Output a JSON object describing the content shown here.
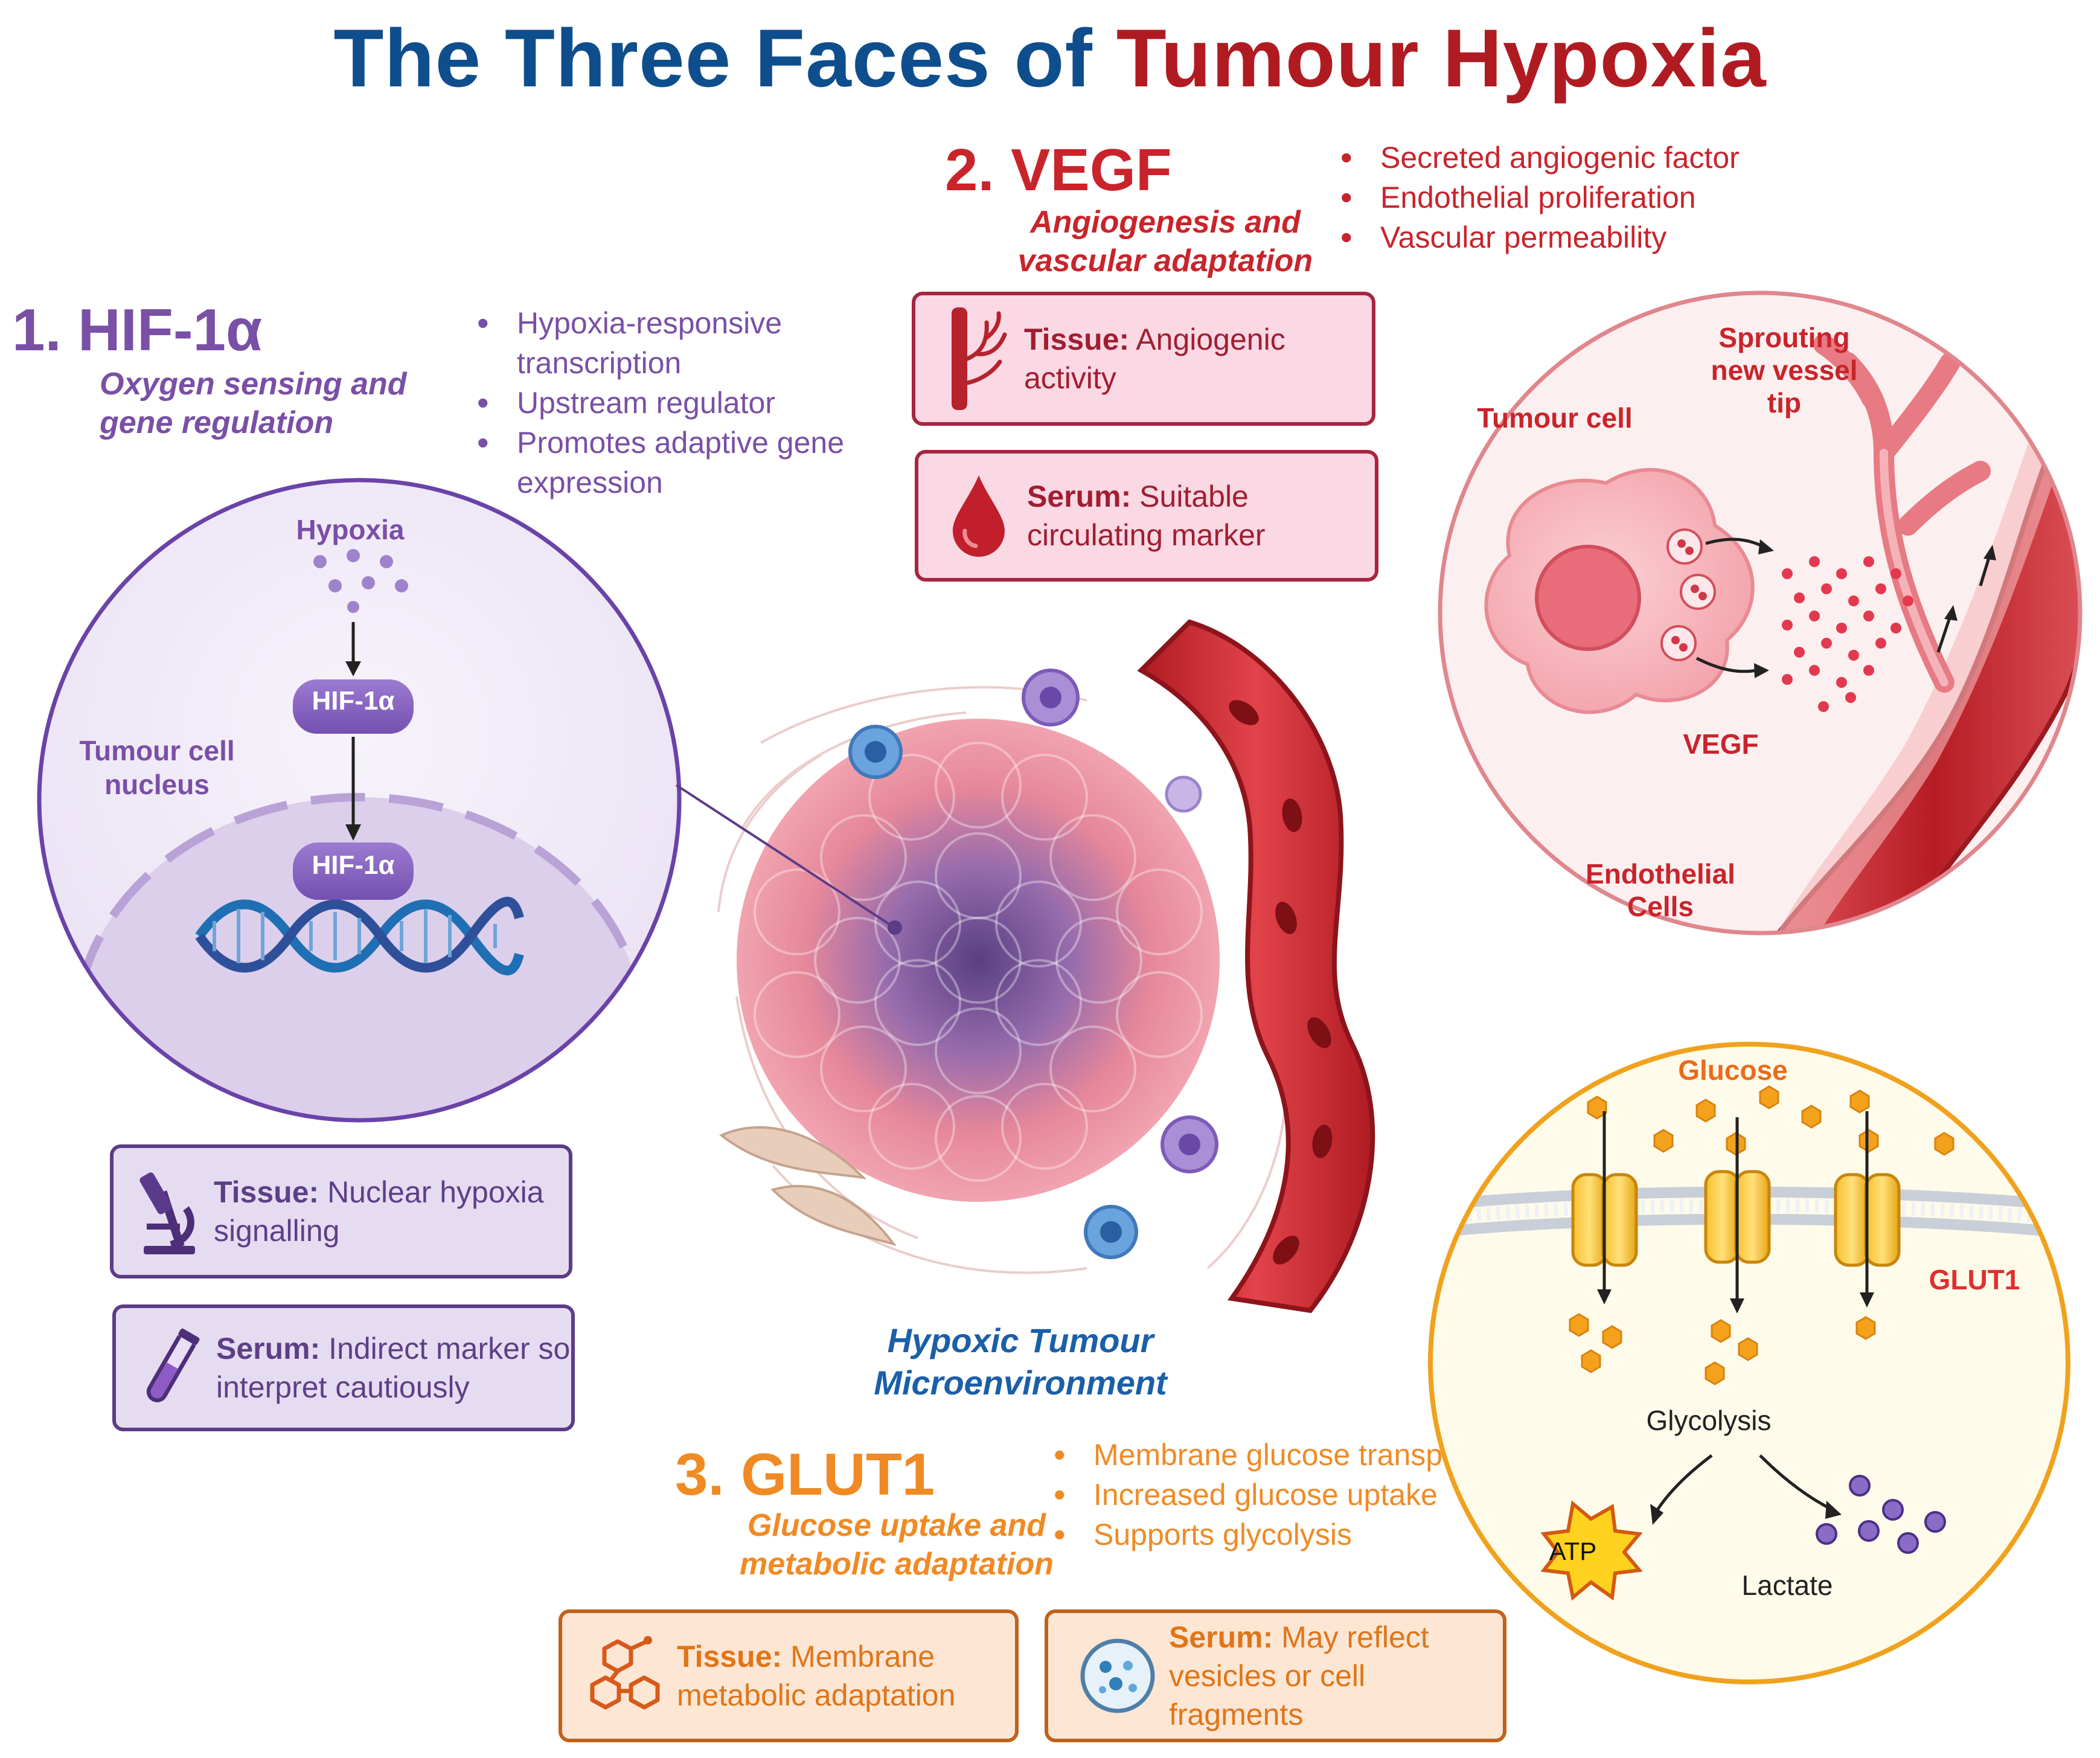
{
  "title": {
    "part1": "The Three Faces of",
    "part2": "Tumour Hypoxia"
  },
  "hif": {
    "heading": "1.  HIF-1α",
    "subtitle": "Oxygen sensing and gene regulation",
    "bullets": [
      "Hypoxia-responsive transcription",
      "Upstream regulator",
      "Promotes adaptive gene expression"
    ],
    "diagram": {
      "hypoxia_label": "Hypoxia",
      "protein_label": "HIF-1α",
      "nucleus_label": "Tumour cell nucleus"
    },
    "tissue_box": {
      "label": "Tissue:",
      "text": "Nuclear hypoxia signalling"
    },
    "serum_box": {
      "label": "Serum:",
      "text": "Indirect marker so interpret cautiously"
    }
  },
  "vegf": {
    "heading": "2. VEGF",
    "subtitle": "Angiogenesis and vascular adaptation",
    "bullets": [
      "Secreted angiogenic factor",
      "Endothelial proliferation",
      "Vascular permeability"
    ],
    "tissue_box": {
      "label": "Tissue:",
      "text": "Angiogenic activity"
    },
    "serum_box": {
      "label": "Serum:",
      "text": "Suitable circulating marker"
    },
    "diagram": {
      "tumour_cell_label": "Tumour cell",
      "sprouting_label": "Sprouting new vessel tip",
      "vegf_label": "VEGF",
      "endothelial_label": "Endothelial Cells"
    }
  },
  "center": {
    "label": "Hypoxic Tumour Microenvironment"
  },
  "glut": {
    "heading": "3. GLUT1",
    "subtitle": "Glucose uptake and metabolic adaptation",
    "bullets": [
      "Membrane glucose transporter",
      "Increased glucose uptake",
      "Supports glycolysis"
    ],
    "tissue_box": {
      "label": "Tissue:",
      "text": "Membrane metabolic adaptation"
    },
    "serum_box": {
      "label": "Serum:",
      "text": "May reflect vesicles or cell fragments"
    },
    "diagram": {
      "glucose_label": "Glucose",
      "glut1_label": "GLUT1",
      "glycolysis_label": "Glycolysis",
      "atp_label": "ATP",
      "lactate_label": "Lactate"
    }
  },
  "colors": {
    "title_blue": "#0f4e8c",
    "title_red": "#b01b22",
    "hif_purple": "#7a4fa6",
    "vegf_red": "#c9242b",
    "glut_orange": "#f08a24"
  }
}
